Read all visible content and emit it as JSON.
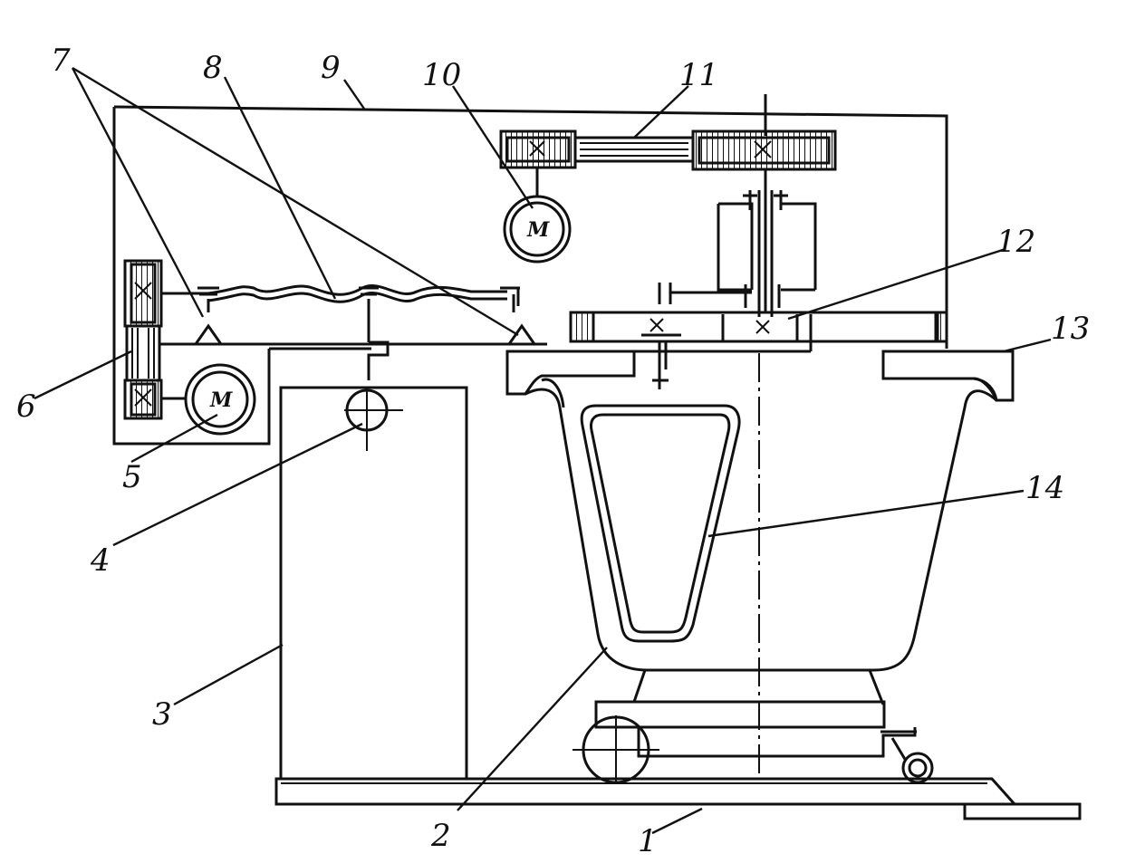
{
  "labels": [
    {
      "id": "1",
      "text": "1"
    },
    {
      "id": "2",
      "text": "2"
    },
    {
      "id": "3",
      "text": "3"
    },
    {
      "id": "4",
      "text": "4"
    },
    {
      "id": "5",
      "text": "5"
    },
    {
      "id": "6",
      "text": "6"
    },
    {
      "id": "7",
      "text": "7"
    },
    {
      "id": "8",
      "text": "8"
    },
    {
      "id": "9",
      "text": "9"
    },
    {
      "id": "10",
      "text": "10"
    },
    {
      "id": "11",
      "text": "11"
    },
    {
      "id": "12",
      "text": "12"
    },
    {
      "id": "13",
      "text": "13"
    },
    {
      "id": "14",
      "text": "14"
    }
  ],
  "motors": [
    {
      "id": "motor-5",
      "symbol": "M"
    },
    {
      "id": "motor-10",
      "symbol": "M"
    }
  ]
}
